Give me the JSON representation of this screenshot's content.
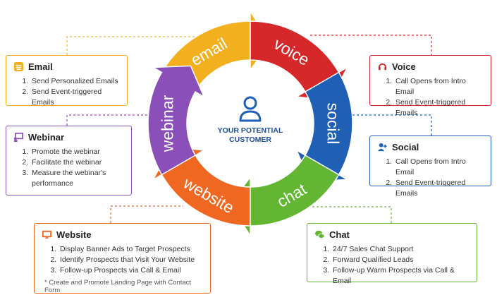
{
  "center": {
    "line1": "YOUR POTENTIAL",
    "line2": "CUSTOMER"
  },
  "cycle": {
    "labels": [
      "email",
      "voice",
      "social",
      "chat",
      "website",
      "webinar"
    ],
    "colors": [
      "#f2b01f",
      "#d6272b",
      "#1f5fb6",
      "#62b632",
      "#ef6720",
      "#8a4fb8"
    ]
  },
  "boxes": {
    "email": {
      "title": "Email",
      "color": "#f2b01f",
      "icon": "email-icon",
      "items": [
        "Send Personalized Emails",
        "Send Event-triggered Emails"
      ]
    },
    "voice": {
      "title": "Voice",
      "color": "#d6272b",
      "icon": "headset-icon",
      "items": [
        "Call Opens from Intro Email",
        "Send Event-triggered Emails"
      ]
    },
    "webinar": {
      "title": "Webinar",
      "color": "#8a4fb8",
      "icon": "presentation-icon",
      "items": [
        "Promote the webinar",
        "Facilitate the webinar",
        "Measure the webinar's performance"
      ]
    },
    "social": {
      "title": "Social",
      "color": "#1f5fb6",
      "icon": "add-user-icon",
      "items": [
        "Call Opens from Intro Email",
        "Send Event-triggered Emails"
      ]
    },
    "website": {
      "title": "Website",
      "color": "#ef6720",
      "icon": "monitor-icon",
      "items": [
        "Display Banner Ads to Target Prospects",
        "Identify Prospects that Visit Your Website",
        "Follow-up Prospects via Call & Email"
      ],
      "note": "* Create and Promote Landing Page with Contact Form"
    },
    "chat": {
      "title": "Chat",
      "color": "#62b632",
      "icon": "chat-icon",
      "items": [
        "24/7 Sales Chat Support",
        "Forward Qualified Leads",
        "Follow-up Warm Prospects via Call & Email"
      ]
    }
  }
}
